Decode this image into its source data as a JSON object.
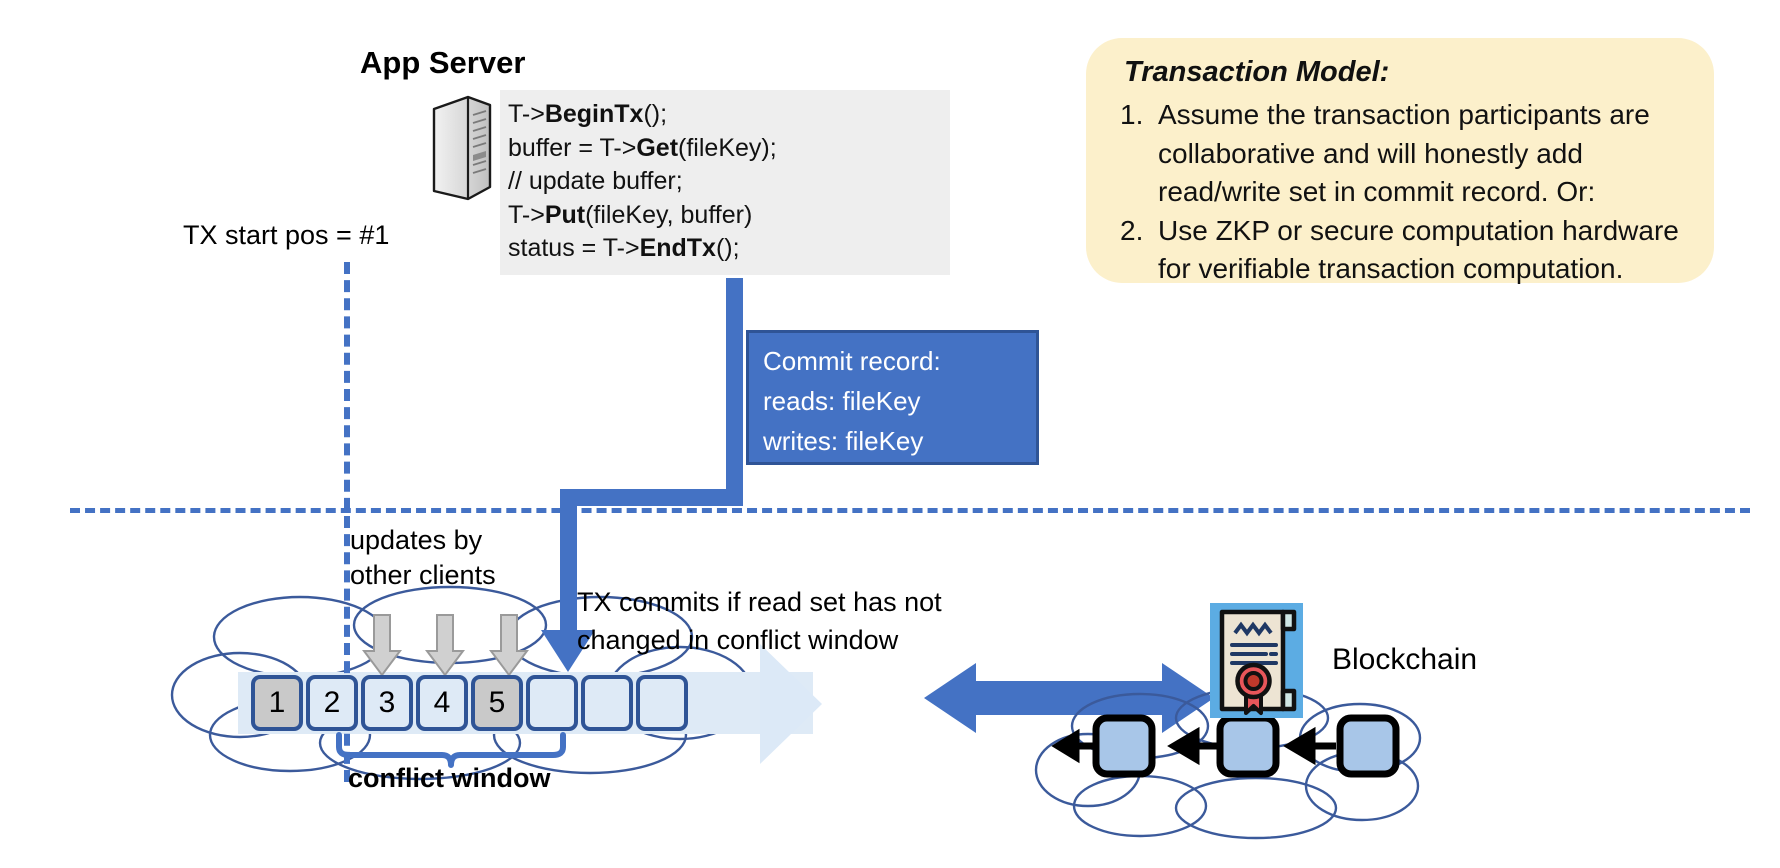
{
  "app_server": {
    "title": "App Server",
    "icon": "server-tower-icon"
  },
  "code_block": {
    "lines": [
      {
        "pre": "T->",
        "bold": "BeginTx",
        "post": "();"
      },
      {
        "pre": "buffer = T->",
        "bold": "Get",
        "post": "(fileKey);"
      },
      {
        "pre": "// update buffer;",
        "bold": "",
        "post": ""
      },
      {
        "pre": "T->",
        "bold": "Put",
        "post": "(fileKey, buffer)"
      },
      {
        "pre": "status = T->",
        "bold": "EndTx",
        "post": "();"
      }
    ]
  },
  "tx_start": {
    "label": "TX start pos = #1"
  },
  "commit_record": {
    "lines": [
      "Commit record:",
      "reads: fileKey",
      "writes: fileKey"
    ],
    "fill_color": "#4472C4",
    "border_color": "#2F5496"
  },
  "transaction_model": {
    "title": "Transaction Model:",
    "background": "#FCF0CB",
    "items": [
      {
        "num": "1.",
        "text": "Assume the transaction participants are collaborative and will honestly add read/write set in commit record.  Or:"
      },
      {
        "num": "2.",
        "text": "Use ZKP or secure computation hardware for verifiable transaction computation."
      }
    ]
  },
  "ledger": {
    "updates_label_line1": "updates by",
    "updates_label_line2": "other clients",
    "commits_label_line1": "TX commits if read set has not",
    "commits_label_line2": "changed in conflict window",
    "conflict_window_label": "conflict window",
    "cells": [
      {
        "label": "1",
        "filled": true
      },
      {
        "label": "2",
        "filled": false
      },
      {
        "label": "3",
        "filled": false
      },
      {
        "label": "4",
        "filled": false
      },
      {
        "label": "5",
        "filled": true
      },
      {
        "label": "",
        "filled": false
      },
      {
        "label": "",
        "filled": false
      },
      {
        "label": "",
        "filled": false
      }
    ],
    "cell_fill": "#DEEAF6",
    "cell_filled_fill": "#C9C9C9",
    "cell_border": "#2F5496"
  },
  "blockchain": {
    "label": "Blockchain",
    "certificate_icon": "certificate-seal-icon",
    "block_count": 3,
    "block_fill": "#A8C6E8"
  },
  "colors": {
    "accent_blue": "#4472C4",
    "dark_blue": "#2F5496",
    "cloud_outline": "#3B5A9B",
    "code_bg": "#EEEEEE",
    "card_yellow": "#FCF0CB"
  }
}
